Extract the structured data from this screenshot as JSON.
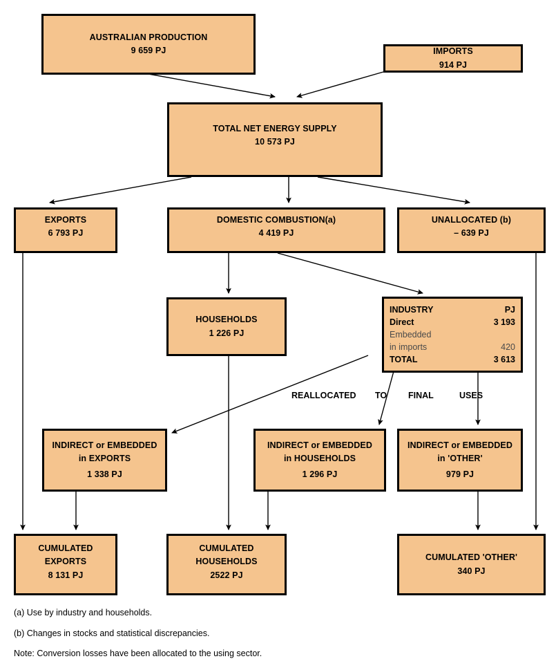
{
  "diagram": {
    "title": "Australian energy flow diagram (PJ)",
    "unit": "PJ",
    "box_fill": "#F5C48E",
    "box_border": "#000000",
    "nodes": {
      "australian_production": {
        "label": "AUSTRALIAN PRODUCTION",
        "value": "9 659 PJ"
      },
      "imports": {
        "label": "IMPORTS",
        "value": "914 PJ"
      },
      "total_net_energy_supply": {
        "label": "TOTAL NET ENERGY SUPPLY",
        "value": "10 573 PJ"
      },
      "exports": {
        "label": "EXPORTS",
        "value": "6 793 PJ"
      },
      "domestic_combustion": {
        "label": "DOMESTIC COMBUSTION(a)",
        "value": "4 419 PJ"
      },
      "unallocated": {
        "label": "UNALLOCATED (b)",
        "value": "– 639 PJ"
      },
      "households": {
        "label": "HOUSEHOLDS",
        "value": "1 226 PJ"
      },
      "industry": {
        "header_label": "INDUSTRY",
        "header_value": "PJ",
        "rows": [
          {
            "label": "Direct",
            "value": "3 193",
            "style": "bold"
          },
          {
            "label": "Embedded",
            "value": "",
            "style": "muted"
          },
          {
            "label": "in imports",
            "value": "420",
            "style": "muted"
          },
          {
            "label": "TOTAL",
            "value": "3 613",
            "style": "bold"
          }
        ]
      },
      "indirect_exports": {
        "line1": "INDIRECT or EMBEDDED",
        "line2": "in EXPORTS",
        "value": "1 338 PJ"
      },
      "indirect_households": {
        "line1": "INDIRECT or EMBEDDED",
        "line2": "in HOUSEHOLDS",
        "value": "1 296 PJ"
      },
      "indirect_other": {
        "line1": "INDIRECT or EMBEDDED",
        "line2": "in 'OTHER'",
        "value": "979 PJ"
      },
      "cumulated_exports": {
        "line1": "CUMULATED",
        "line2": "EXPORTS",
        "value": "8 131 PJ"
      },
      "cumulated_households": {
        "line1": "CUMULATED",
        "line2": "HOUSEHOLDS",
        "value": "2522 PJ"
      },
      "cumulated_other": {
        "line1": "CUMULATED 'OTHER'",
        "value": "340 PJ"
      }
    },
    "flow_labels": {
      "reallocated": "REALLOCATED",
      "to": "TO",
      "final": "FINAL",
      "uses": "USES"
    },
    "notes": [
      "(a) Use by industry and households.",
      "(b) Changes in stocks and statistical discrepancies.",
      "Note: Conversion losses have been allocated to the using sector."
    ]
  },
  "chart_data": {
    "type": "diagram",
    "title": "Australian energy flow diagram",
    "unit": "PJ",
    "nodes": [
      {
        "id": "australian_production",
        "label": "AUSTRALIAN PRODUCTION",
        "value": 9659
      },
      {
        "id": "imports",
        "label": "IMPORTS",
        "value": 914
      },
      {
        "id": "total_net_energy_supply",
        "label": "TOTAL NET ENERGY SUPPLY",
        "value": 10573
      },
      {
        "id": "exports",
        "label": "EXPORTS",
        "value": 6793
      },
      {
        "id": "domestic_combustion",
        "label": "DOMESTIC COMBUSTION(a)",
        "value": 4419
      },
      {
        "id": "unallocated",
        "label": "UNALLOCATED (b)",
        "value": -639
      },
      {
        "id": "households",
        "label": "HOUSEHOLDS",
        "value": 1226
      },
      {
        "id": "industry_direct",
        "label": "INDUSTRY Direct",
        "value": 3193
      },
      {
        "id": "industry_embedded_in_imports",
        "label": "INDUSTRY Embedded in imports",
        "value": 420
      },
      {
        "id": "industry_total",
        "label": "INDUSTRY TOTAL",
        "value": 3613
      },
      {
        "id": "indirect_exports",
        "label": "INDIRECT or EMBEDDED in EXPORTS",
        "value": 1338
      },
      {
        "id": "indirect_households",
        "label": "INDIRECT or EMBEDDED in HOUSEHOLDS",
        "value": 1296
      },
      {
        "id": "indirect_other",
        "label": "INDIRECT or EMBEDDED in 'OTHER'",
        "value": 979
      },
      {
        "id": "cumulated_exports",
        "label": "CUMULATED EXPORTS",
        "value": 8131
      },
      {
        "id": "cumulated_households",
        "label": "CUMULATED HOUSEHOLDS",
        "value": 2522
      },
      {
        "id": "cumulated_other",
        "label": "CUMULATED 'OTHER'",
        "value": 340
      }
    ],
    "links": [
      {
        "source": "australian_production",
        "target": "total_net_energy_supply"
      },
      {
        "source": "imports",
        "target": "total_net_energy_supply"
      },
      {
        "source": "total_net_energy_supply",
        "target": "exports"
      },
      {
        "source": "total_net_energy_supply",
        "target": "domestic_combustion"
      },
      {
        "source": "total_net_energy_supply",
        "target": "unallocated"
      },
      {
        "source": "domestic_combustion",
        "target": "households"
      },
      {
        "source": "domestic_combustion",
        "target": "industry_total"
      },
      {
        "source": "industry_total",
        "target": "indirect_exports"
      },
      {
        "source": "industry_total",
        "target": "indirect_households"
      },
      {
        "source": "industry_total",
        "target": "indirect_other"
      },
      {
        "source": "exports",
        "target": "cumulated_exports"
      },
      {
        "source": "indirect_exports",
        "target": "cumulated_exports"
      },
      {
        "source": "households",
        "target": "cumulated_households"
      },
      {
        "source": "indirect_households",
        "target": "cumulated_households"
      },
      {
        "source": "indirect_other",
        "target": "cumulated_other"
      },
      {
        "source": "unallocated",
        "target": "cumulated_other"
      }
    ]
  }
}
